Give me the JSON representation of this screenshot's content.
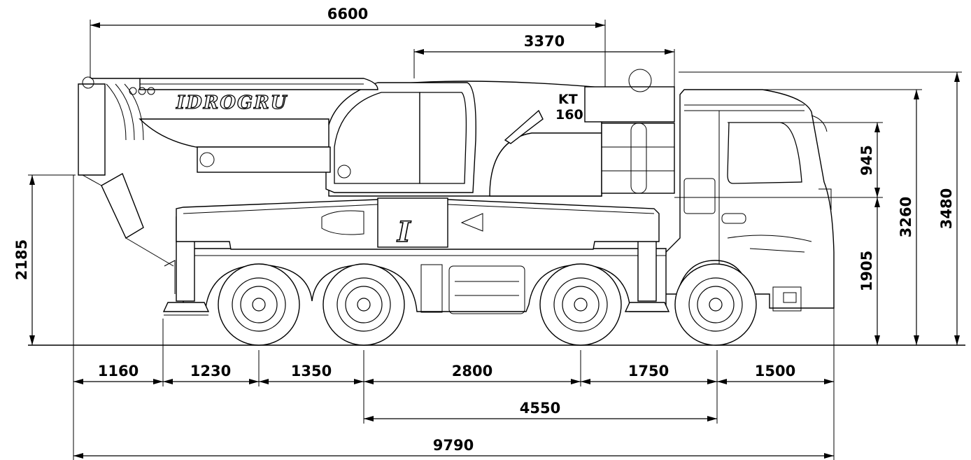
{
  "labels": {
    "brand": "IDROGRU",
    "model_line1": "KT",
    "model_line2": "160",
    "logo": "I"
  },
  "dimensions": {
    "boom_length_total": "6600",
    "boom_to_cab": "3370",
    "front_overhang": "1160",
    "outrigger_to_axle1": "1230",
    "axle1_to_axle2": "1350",
    "axle2_to_axle3": "2800",
    "axle3_to_axle4": "1750",
    "rear_overhang": "1500",
    "wheelbase_span": "4550",
    "overall_length": "9790",
    "boom_pivot_height": "2185",
    "cab_window_height": "945",
    "cab_base_height": "1905",
    "cab_roof_height": "3260",
    "overall_height": "3480"
  }
}
